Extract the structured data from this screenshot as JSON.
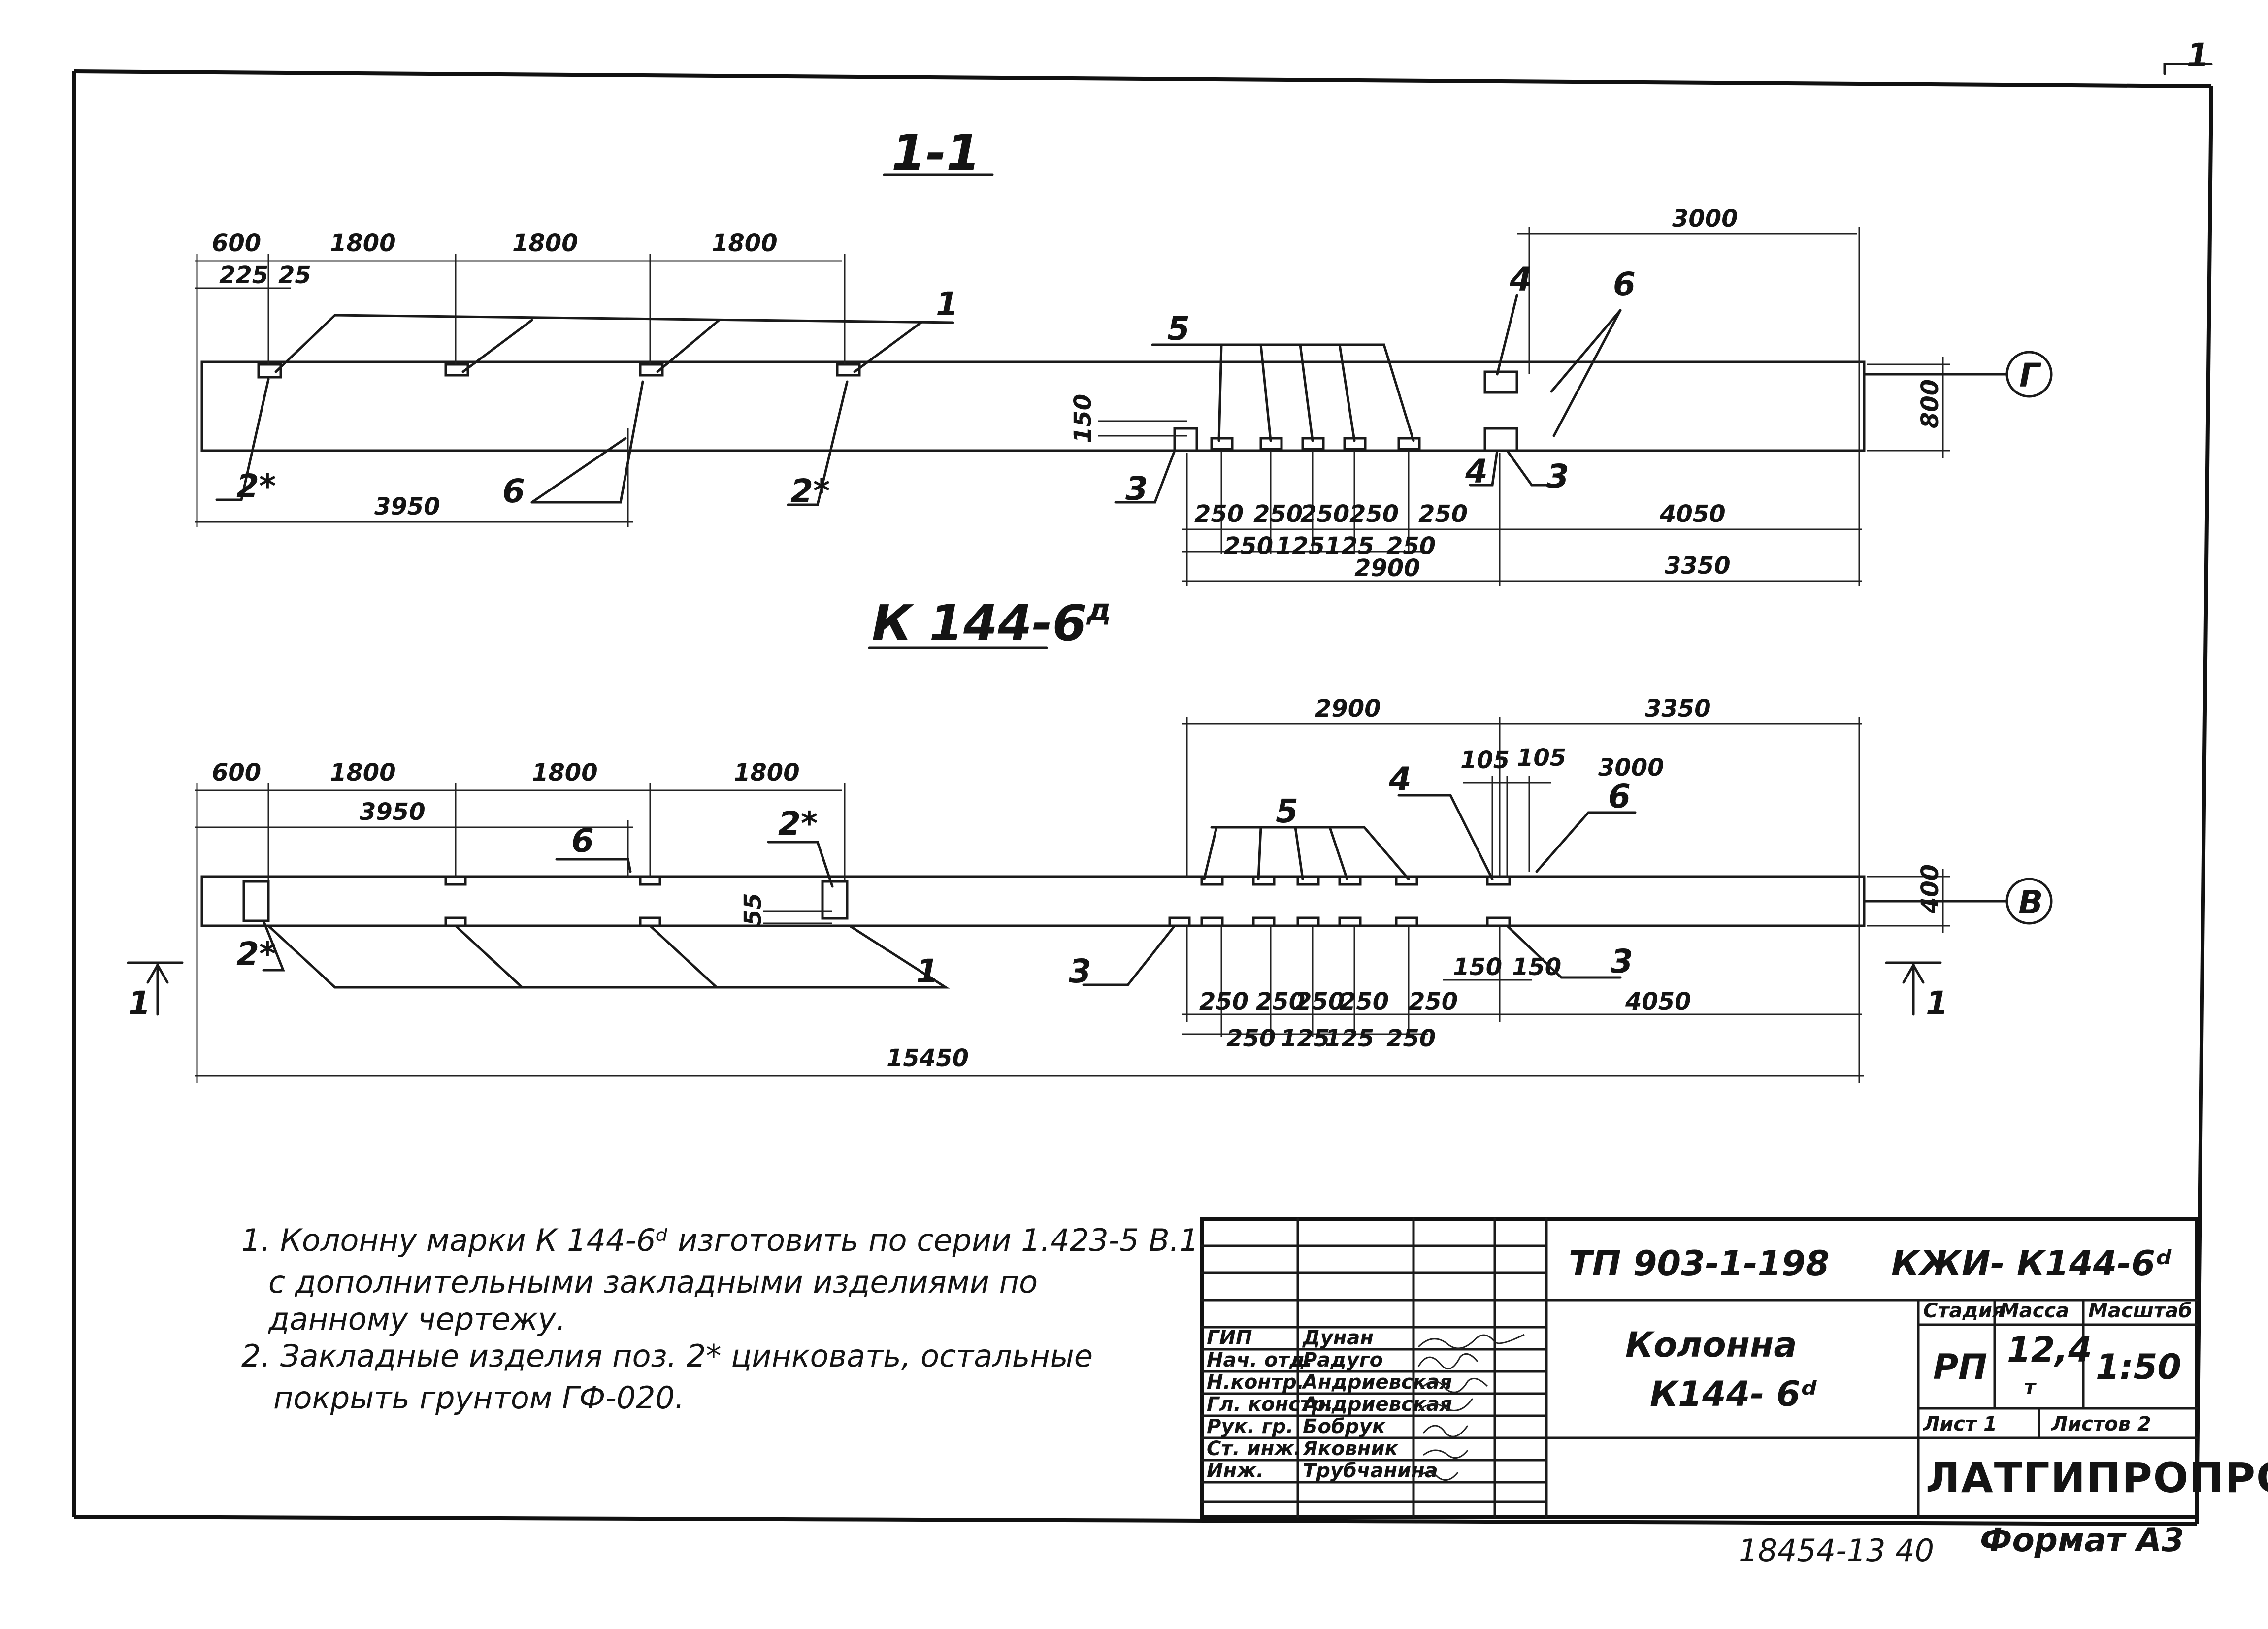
{
  "sheet": {
    "stamp_top_right": "1",
    "format": "Формат А3",
    "archive_number": "18454-13 40"
  },
  "section_1_1": {
    "title": "1-1",
    "axis_label": "Г",
    "dims_top": [
      "600",
      "1800",
      "1800",
      "1800"
    ],
    "dim_3000": "3000",
    "dims_small": [
      "225",
      "25"
    ],
    "dim_150": "150",
    "dim_800": "800",
    "dim_3950": "3950",
    "dims_row1": [
      "250",
      "250",
      "250",
      "250",
      "250"
    ],
    "dims_row2": [
      "250",
      "125",
      "125",
      "250"
    ],
    "dim_4050": "4050",
    "dim_2900": "2900",
    "dim_3350": "3350",
    "callouts": {
      "p1": "1",
      "p5": "5",
      "p4a": "4",
      "p6a": "6",
      "p2a": "2*",
      "p6b": "6",
      "p2b": "2*",
      "p3a": "3",
      "p4b": "4",
      "p3b": "3"
    }
  },
  "plan_k144": {
    "title": "К 144-6",
    "title_sup": "д",
    "axis_label": "В",
    "dims_top": [
      "600",
      "1800",
      "1800",
      "1800"
    ],
    "dim_3950": "3950",
    "dim_2900": "2900",
    "dim_3350": "3350",
    "dims_105": [
      "105",
      "105"
    ],
    "dim_3000": "3000",
    "dim_55": "55",
    "dim_400": "400",
    "dims_row1": [
      "250",
      "250",
      "250",
      "250",
      "250"
    ],
    "dims_row2": [
      "250",
      "125",
      "125",
      "250"
    ],
    "dims_150": [
      "150",
      "150"
    ],
    "dim_4050": "4050",
    "dim_15450": "15450",
    "section_marks": [
      "1",
      "1"
    ],
    "callouts": {
      "p6": "6",
      "p2a": "2*",
      "p5": "5",
      "p4": "4",
      "p6b": "6",
      "p2b": "2*",
      "p1": "1",
      "p3a": "3",
      "p3b": "3"
    }
  },
  "notes": [
    "1. Колонну марки К 144-6ᵈ изготовить по серии 1.423-5 В.1",
    "с дополнительными закладными изделиями по",
    "данному чертежу.",
    "2. Закладные изделия поз. 2* цинковать, остальные",
    "покрыть грунтом ГФ-020."
  ],
  "title_block": {
    "doc_code": "ТП 903-1-198",
    "doc_mark": "КЖИ- К144-6ᵈ",
    "object_name": [
      "Колонна",
      "К144- 6ᵈ"
    ],
    "headers": {
      "stage": "Стадия",
      "mass": "Масса",
      "scale": "Масштаб"
    },
    "values": {
      "stage": "РП",
      "mass": "12,4",
      "mass_unit": "т",
      "scale": "1:50"
    },
    "sheet_label": "Лист 1",
    "sheets_label": "Листов 2",
    "organization": "ЛАТГИПРОПРОМ",
    "staff": [
      {
        "role": "ГИП",
        "name": "Дунан"
      },
      {
        "role": "Нач. отд.",
        "name": "Радуго"
      },
      {
        "role": "Н.контр.",
        "name": "Андриевская"
      },
      {
        "role": "Гл. констр.",
        "name": "Андриевская"
      },
      {
        "role": "Рук. гр.",
        "name": "Бобрук"
      },
      {
        "role": "Ст. инж.",
        "name": "Яковник"
      },
      {
        "role": "Инж.",
        "name": "Трубчанина"
      }
    ]
  }
}
